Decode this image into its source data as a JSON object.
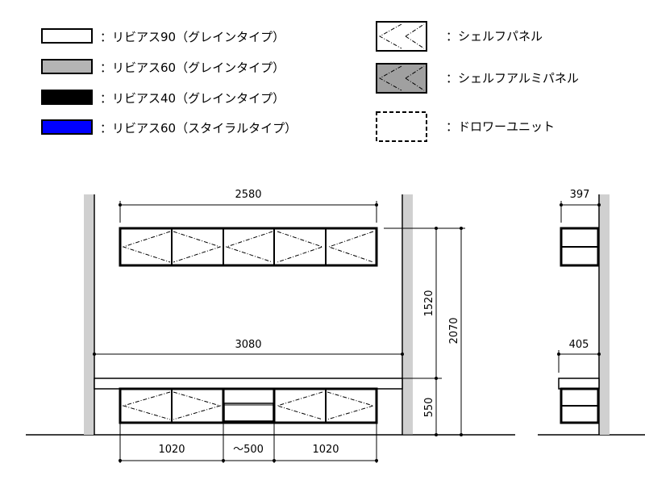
{
  "legend": {
    "items": [
      {
        "label": "：リビアス90（グレインタイプ）",
        "fill": "#ffffff"
      },
      {
        "label": "：リビアス60（グレインタイプ）",
        "fill": "#b4b4b4"
      },
      {
        "label": "：リビアス40（グレインタイプ）",
        "fill": "#000000"
      },
      {
        "label": "：リビアス60（スタイラルタイプ）",
        "fill": "#0000ff"
      }
    ],
    "right_items": [
      {
        "label": "：シェルフパネル",
        "fill": "#ffffff"
      },
      {
        "label": "：シェルフアルミパネル",
        "fill": "#a0a0a0"
      },
      {
        "label": "：ドロワーユニット",
        "fill": "none"
      }
    ]
  },
  "dimensions": {
    "upper_width": "2580",
    "lower_width": "3080",
    "upper_height": "1520",
    "total_height": "2070",
    "base_height": "550",
    "left_cabinet": "1020",
    "center_gap": "～500",
    "right_cabinet": "1020",
    "side_upper_depth": "397",
    "side_lower_depth": "405"
  },
  "colors": {
    "wall": "#d0d0d0",
    "line": "#000000"
  }
}
